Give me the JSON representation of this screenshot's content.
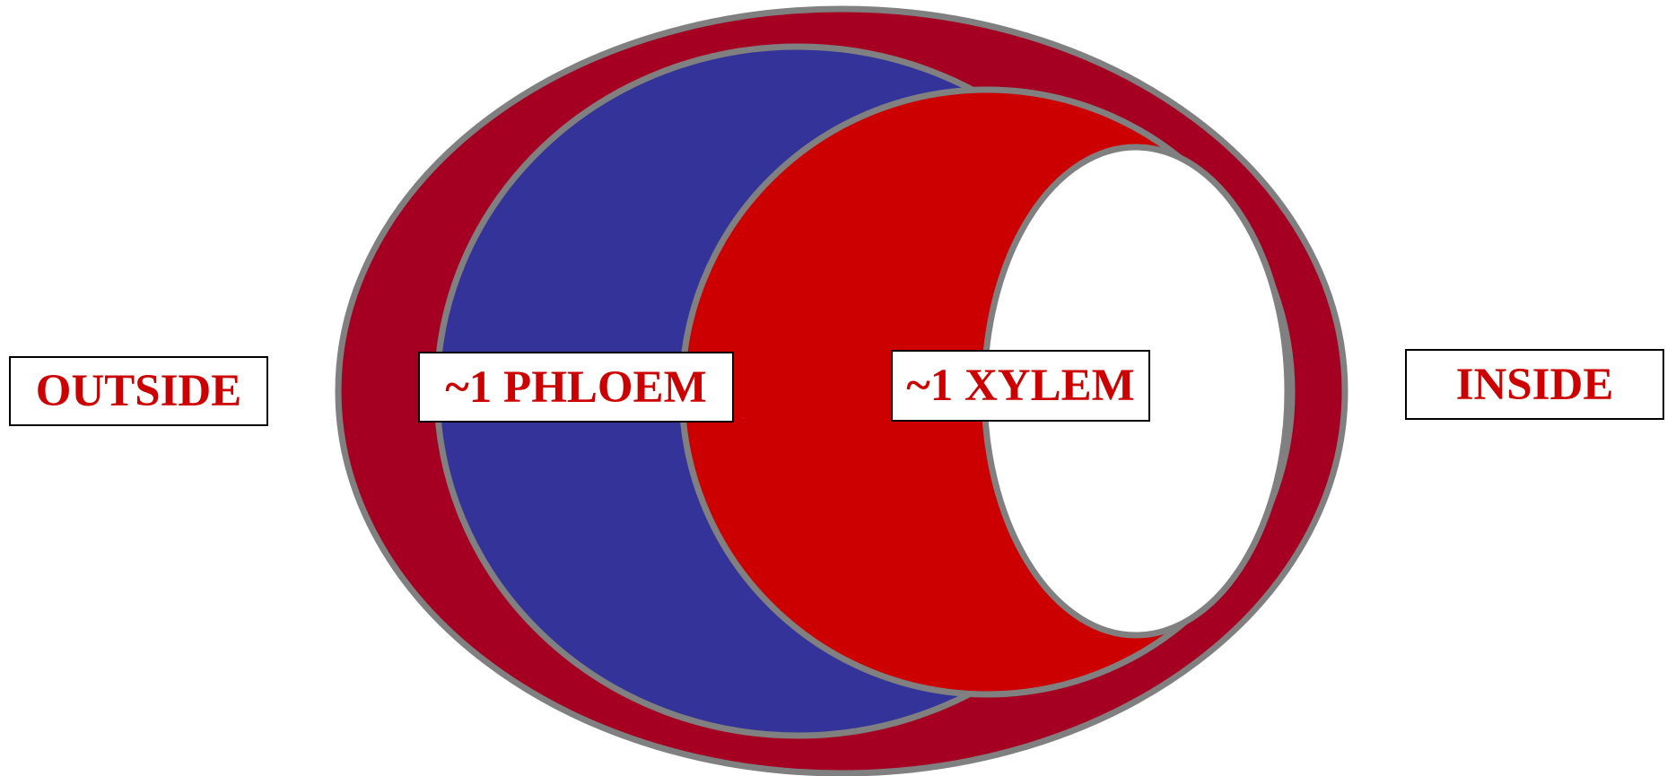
{
  "labels": {
    "outside": "OUTSIDE",
    "phloem": "~1 PHLOEM",
    "xylem": "~1 XYLEM",
    "inside": "INSIDE"
  },
  "colors": {
    "background": "#ffffff",
    "outer_ring": "#a50021",
    "phloem": "#333399",
    "xylem": "#cc0000",
    "core": "#ffffff",
    "outline": "#808080",
    "label_text": "#cc0000",
    "label_border": "#000000"
  }
}
